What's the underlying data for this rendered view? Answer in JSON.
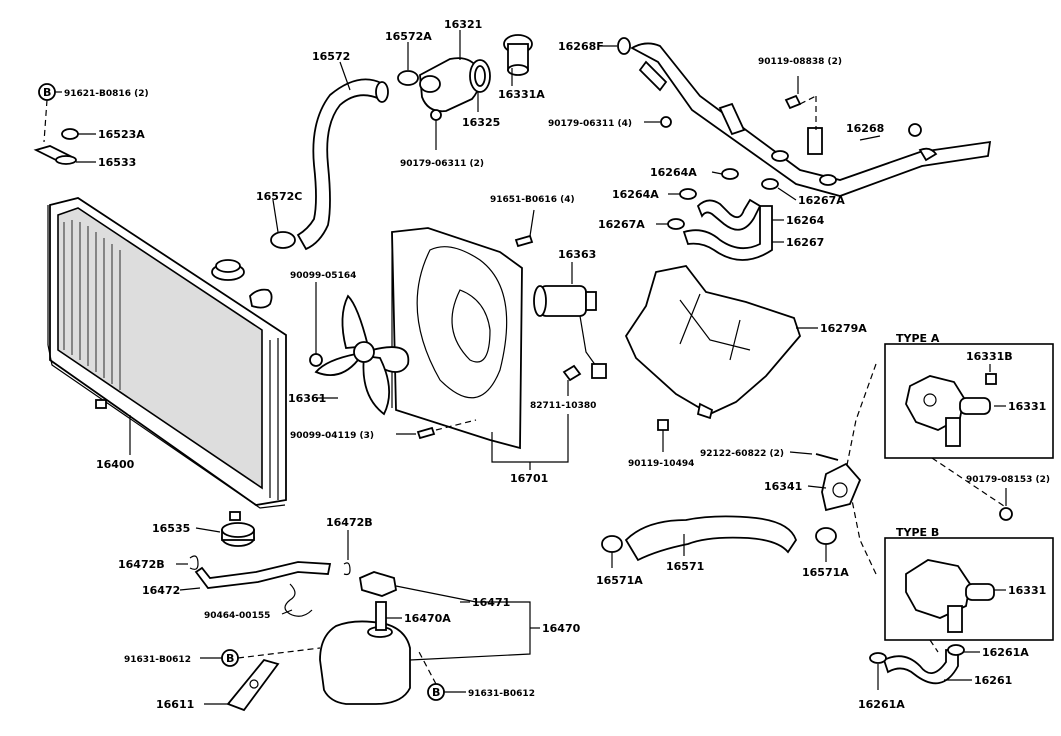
{
  "labels": {
    "p16572": "16572",
    "p16572A": "16572A",
    "p16321": "16321",
    "p16268F": "16268F",
    "p91621": "91621-B0816 (2)",
    "b_circle": "B",
    "p16523A": "16523A",
    "p16533": "16533",
    "p16331A": "16331A",
    "p16325": "16325",
    "p90179a": "90179-06311 (2)",
    "p90119a": "90119-08838 (2)",
    "p90179b": "90179-06311 (4)",
    "p16268": "16268",
    "p16264A_1": "16264A",
    "p16264A_2": "16264A",
    "p16267A_1": "16267A",
    "p16264": "16264",
    "p16267A_2": "16267A",
    "p16267": "16267",
    "p16572C": "16572C",
    "p91651": "91651-B0616 (4)",
    "p16363": "16363",
    "p90099a": "90099-05164",
    "p16279A": "16279A",
    "typeA": "TYPE A",
    "p16331B": "16331B",
    "p16331_1": "16331",
    "p16361": "16361",
    "p82711": "82711-10380",
    "p90099b": "90099-04119 (3)",
    "p16400": "16400",
    "p16701": "16701",
    "p90119b": "90119-10494",
    "p92122": "92122-60822 (2)",
    "p90179c": "90179-08153 (2)",
    "p16341": "16341",
    "p16535": "16535",
    "p16472B_1": "16472B",
    "p16472B_2": "16472B",
    "p16472": "16472",
    "p16571": "16571",
    "p16571A_1": "16571A",
    "p16571A_2": "16571A",
    "typeB": "TYPE B",
    "p16331_2": "16331",
    "p90464": "90464-00155",
    "p16470A": "16470A",
    "p16471": "16471",
    "p16470": "16470",
    "p91631a": "91631-B0612",
    "p91631b": "91631-B0612",
    "p16611": "16611",
    "p16261A_1": "16261A",
    "p16261": "16261",
    "p16261A_2": "16261A"
  }
}
